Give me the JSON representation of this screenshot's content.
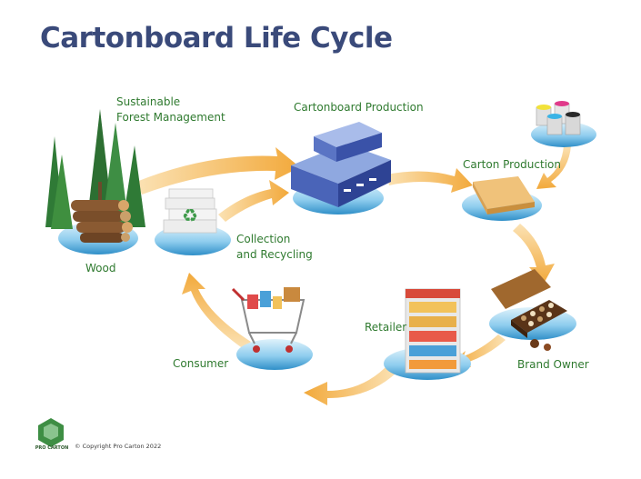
{
  "title": "Cartonboard Life Cycle",
  "stages": {
    "forest": [
      "Sustainable",
      "Forest Management"
    ],
    "wood": "Wood",
    "cartonboard_production": "Cartonboard Production",
    "carton_production": "Carton Production",
    "collection": [
      "Collection",
      "and Recycling"
    ],
    "brand_owner": "Brand Owner",
    "retailer": "Retailer",
    "consumer": "Consumer"
  },
  "footer": {
    "logo": "PRO CARTON",
    "copyright": "© Copyright Pro Carton 2022"
  },
  "colors": {
    "title": "#3a4a7a",
    "label": "#2f7a2f",
    "arrow": "#f2a93b",
    "disc": "#4aa6d8"
  }
}
